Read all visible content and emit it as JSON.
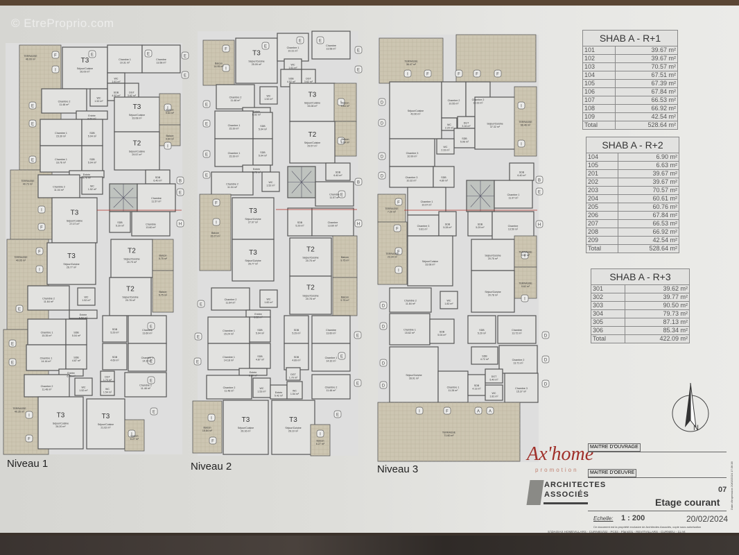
{
  "watermark": "© EtreProprio.com",
  "levels": [
    "Niveau 1",
    "Niveau 2",
    "Niveau 3"
  ],
  "plans": [
    {
      "rooms": [
        {
          "name": "TERRASSE",
          "area": "46.09 m²"
        },
        {
          "name": "TERRASSE",
          "area": "40.73 m²"
        },
        {
          "name": "TERRASSE",
          "area": "40.05 m²"
        },
        {
          "name": "TERRASSE",
          "area": "40.35 m²"
        },
        {
          "name": "Séjour/Cuisine",
          "area": "26.09 m²",
          "unit": "T3"
        },
        {
          "name": "Chambre 1",
          "area": "10.31 m²"
        },
        {
          "name": "Chambre",
          "area": "13.58 m²"
        },
        {
          "name": "WC",
          "area": "1.61 m²"
        },
        {
          "name": "SDB",
          "area": "4.52 m²"
        },
        {
          "name": "DGT",
          "area": "3.62 m²"
        },
        {
          "name": "Chambre 2",
          "area": "11.48 m²"
        },
        {
          "name": "WC",
          "area": "1.52 m²"
        },
        {
          "name": "Entrée",
          "area": "6.52 m²"
        },
        {
          "name": "Chambre 1",
          "area": "15.39 m²"
        },
        {
          "name": "SDB",
          "area": "5.04 m²"
        },
        {
          "name": "Chambre 1",
          "area": "16.76 m²"
        },
        {
          "name": "SDB",
          "area": "5.04 m²"
        },
        {
          "name": "Entrée",
          "area": "6.76 m²"
        },
        {
          "name": "Chambre 2",
          "area": "11.04 m²"
        },
        {
          "name": "WC",
          "area": "1.52 m²"
        },
        {
          "name": "Séjour/Cuisine",
          "area": "33.08 m²",
          "unit": "T3"
        },
        {
          "name": "Balcon",
          "area": "9.64 m²"
        },
        {
          "name": "Balcon",
          "area": "9.64 m²"
        },
        {
          "name": "Séjour/Cuisine",
          "area": "29.57 m²",
          "unit": "T2"
        },
        {
          "name": "SDB",
          "area": "6.40 m²"
        },
        {
          "name": "",
          "area": ""
        },
        {
          "name": "Chambre",
          "area": "11.57 m²"
        },
        {
          "name": "Séjour/Cuisine",
          "area": "27.07 m²",
          "unit": "T3"
        },
        {
          "name": "SDB",
          "area": "5.29 m²"
        },
        {
          "name": "Chambre",
          "area": "13.60 m²"
        },
        {
          "name": "Séjour/Cuisine",
          "area": "26.77 m²",
          "unit": "T3"
        },
        {
          "name": "Séjour/Cuisine",
          "area": "20.79 m²",
          "unit": "T2"
        },
        {
          "name": "Balcon",
          "area": "5.75 m²"
        },
        {
          "name": "Séjour/Cuisine",
          "area": "20.78 m²",
          "unit": "T2"
        },
        {
          "name": "Balcon",
          "area": "5.75 m²"
        },
        {
          "name": "Chambre 2",
          "area": "11.64 m²"
        },
        {
          "name": "WC",
          "area": "1.52 m²"
        },
        {
          "name": "Entrée",
          "area": "6.52 m²"
        },
        {
          "name": "Chambre 1",
          "area": "15.35 m²"
        },
        {
          "name": "SDB",
          "area": "5.04 m²"
        },
        {
          "name": "SDB",
          "area": "5.29 m²"
        },
        {
          "name": "Chambre",
          "area": "13.60 m²"
        },
        {
          "name": "Chambre 1",
          "area": "14.16 m²"
        },
        {
          "name": "SDB",
          "area": "4.87 m²"
        },
        {
          "name": "SDB",
          "area": "4.69 m²"
        },
        {
          "name": "Chambre 1",
          "area": "14.32 m²"
        },
        {
          "name": "Entrée",
          "area": "6.75 m²"
        },
        {
          "name": "Chambre 2",
          "area": "11.48 m²"
        },
        {
          "name": "WC",
          "area": "1.52 m²"
        },
        {
          "name": "DGT",
          "area": "1.70 m²"
        },
        {
          "name": "WC",
          "area": "1.54 m²"
        },
        {
          "name": "Chambre 2",
          "area": "11.48 m²"
        },
        {
          "name": "Séjour/Cuisine",
          "area": "26.20 m²",
          "unit": "T3"
        },
        {
          "name": "Séjour/Cuisine",
          "area": "21.62 m²",
          "unit": "T3"
        },
        {
          "name": "Balcon",
          "area": "6.27 m²"
        }
      ],
      "markers": [
        "F",
        "I",
        "E",
        "E",
        "E",
        "E",
        "E",
        "E",
        "E",
        "I",
        "I",
        "B",
        "E",
        "H",
        "I",
        "F",
        "F",
        "I",
        "E",
        "E",
        "E",
        "I",
        "F",
        "E",
        "E",
        "E",
        "E",
        "I"
      ]
    },
    {
      "rooms": [
        {
          "name": "Balcon",
          "area": "14.95 m²"
        },
        {
          "name": "Séjour/Cuisine",
          "area": "25.09 m²",
          "unit": "T3"
        },
        {
          "name": "Chambre 1",
          "area": "10.31 m²"
        },
        {
          "name": "Chambre",
          "area": "13.58 m²"
        },
        {
          "name": "WC",
          "area": "1.61 m²"
        },
        {
          "name": "SDB",
          "area": "4.52 m²"
        },
        {
          "name": "DGT",
          "area": "3.62 m²"
        },
        {
          "name": "Chambre 2",
          "area": "11.48 m²"
        },
        {
          "name": "WC",
          "area": "1.52 m²"
        },
        {
          "name": "Entrée",
          "area": "6.52 m²"
        },
        {
          "name": "Chambre 1",
          "area": "15.39 m²"
        },
        {
          "name": "SDB",
          "area": "5.04 m²"
        },
        {
          "name": "Chambre 1",
          "area": "15.39 m²"
        },
        {
          "name": "SDB",
          "area": "5.04 m²"
        },
        {
          "name": "Entrée",
          "area": "6.76 m²"
        },
        {
          "name": "Chambre 2",
          "area": "11.04 m²"
        },
        {
          "name": "WC",
          "area": "1.52 m²"
        },
        {
          "name": "Séjour/Cuisine",
          "area": "33.08 m²",
          "unit": "T3"
        },
        {
          "name": "Balcon",
          "area": "9.64 m²"
        },
        {
          "name": "Balcon",
          "area": "9.64 m²"
        },
        {
          "name": "Séjour/Cuisine",
          "area": "29.57 m²",
          "unit": "T2"
        },
        {
          "name": "SDB",
          "area": "6.40 m²"
        },
        {
          "name": "",
          "area": ""
        },
        {
          "name": "Chambre",
          "area": "11.57 m²"
        },
        {
          "name": "Balcon",
          "area": "15.27 m²"
        },
        {
          "name": "Séjour/Cuisine",
          "area": "27.07 m²",
          "unit": "T3"
        },
        {
          "name": "SDB",
          "area": "5.29 m²"
        },
        {
          "name": "Chambre",
          "area": "13.60 m²"
        },
        {
          "name": "Séjour/Cuisine",
          "area": "26.77 m²",
          "unit": "T3"
        },
        {
          "name": "Séjour/Cuisine",
          "area": "20.75 m²",
          "unit": "T2"
        },
        {
          "name": "Balcon",
          "area": "9.75 m²"
        },
        {
          "name": "Séjour/Cuisine",
          "area": "20.78 m²",
          "unit": "T2"
        },
        {
          "name": "Balcon",
          "area": "9.75 m²"
        },
        {
          "name": "Chambre 2",
          "area": "11.64 m²"
        },
        {
          "name": "WC",
          "area": "1.82 m²"
        },
        {
          "name": "Entrée",
          "area": "6.52 m²"
        },
        {
          "name": "Chambre 1",
          "area": "15.24 m²"
        },
        {
          "name": "SDB",
          "area": "5.04 m²"
        },
        {
          "name": "SDB",
          "area": "5.29 m²"
        },
        {
          "name": "Chambre",
          "area": "13.60 m²"
        },
        {
          "name": "Chambre 1",
          "area": "14.18 m²"
        },
        {
          "name": "SDB",
          "area": "4.87 m²"
        },
        {
          "name": "SDB",
          "area": "4.89 m²"
        },
        {
          "name": "Chambre 1",
          "area": "14.32 m²"
        },
        {
          "name": "Entrée",
          "area": "6.90 m²"
        },
        {
          "name": "Chambre 2",
          "area": "11.48 m²"
        },
        {
          "name": "WC",
          "area": "1.53 m²"
        },
        {
          "name": "DGT",
          "area": "1.70 m²"
        },
        {
          "name": "Entrée",
          "area": "5.42 m²"
        },
        {
          "name": "WC",
          "area": "1.54 m²"
        },
        {
          "name": "Chambre 2",
          "area": "11.48 m²"
        },
        {
          "name": "Balcon",
          "area": "15.84 m²"
        },
        {
          "name": "Séjour/Cuisine",
          "area": "26.16 m²",
          "unit": "T3"
        },
        {
          "name": "Séjour/Cuisine",
          "area": "26.19 m²",
          "unit": "T3"
        },
        {
          "name": "Balcon",
          "area": "6.27 m²"
        }
      ],
      "markers": [
        "F",
        "I",
        "E",
        "E",
        "E",
        "E",
        "E",
        "E",
        "E",
        "E",
        "E",
        "I",
        "I",
        "B",
        "E",
        "H",
        "F",
        "I",
        "E",
        "E",
        "E",
        "E",
        "E",
        "E",
        "I",
        "F",
        "E",
        "I"
      ]
    },
    {
      "rooms": [
        {
          "name": "TERRASSE",
          "area": "36.47 m²"
        },
        {
          "name": "",
          "area": ""
        },
        {
          "name": "Séjour/Cuisine",
          "area": "43.90 m²"
        },
        {
          "name": "Chambre 2",
          "area": "10.55 m²"
        },
        {
          "name": "Chambre 2",
          "area": "10.33 m²"
        },
        {
          "name": "WC",
          "area": "2.29 m²"
        },
        {
          "name": "DGT",
          "area": "3.16 m²"
        },
        {
          "name": "SDB",
          "area": "5.06 m²"
        },
        {
          "name": "WC",
          "area": "2.33 m²"
        },
        {
          "name": "Séjour/Cuisine",
          "area": "37.32 m²"
        },
        {
          "name": "TERRASSE",
          "area": "66.46 m²"
        },
        {
          "name": "Chambre 3",
          "area": "10.99 m²"
        },
        {
          "name": "Chambre 3",
          "area": "10.32 m²"
        },
        {
          "name": "SDB",
          "area": "4.89 m²"
        },
        {
          "name": "SDB",
          "area": "6.40 m²"
        },
        {
          "name": "",
          "area": ""
        },
        {
          "name": "Chambre 1",
          "area": "11.97 m²"
        },
        {
          "name": "TERRASSE",
          "area": "7.20 m²"
        },
        {
          "name": "Chambre 1",
          "area": "10.97 m²"
        },
        {
          "name": "Chambre 3",
          "area": "9.81 m²"
        },
        {
          "name": "SDB",
          "area": "5.28 m²"
        },
        {
          "name": "SDB",
          "area": "5.29 m²"
        },
        {
          "name": "Chambre",
          "area": "13.59 m²"
        },
        {
          "name": "TERRASSE",
          "area": "23.34 m²"
        },
        {
          "name": "Séjour/Cuisine",
          "area": "33.08 m²"
        },
        {
          "name": "Séjour/Cuisine",
          "area": "20.75 m²"
        },
        {
          "name": "TERRASSE",
          "area": "9.62 m²"
        },
        {
          "name": "TERRASSE",
          "area": "9.62 m²"
        },
        {
          "name": "Séjour/Cuisine",
          "area": "20.78 m²"
        },
        {
          "name": "Chambre 2",
          "area": "11.84 m²"
        },
        {
          "name": "WC",
          "area": "1.82 m²"
        },
        {
          "name": "Chambre 1",
          "area": "15.62 m²"
        },
        {
          "name": "SDB",
          "area": "5.04 m²"
        },
        {
          "name": "SDB",
          "area": "5.29 m²"
        },
        {
          "name": "Chambre",
          "area": "13.72 m²"
        },
        {
          "name": "SDB",
          "area": "4.72 m²"
        },
        {
          "name": "Chambre 2",
          "area": "13.71 m²"
        },
        {
          "name": "Séjour/Cuisine",
          "area": "28.91 m²"
        },
        {
          "name": "Chambre 1",
          "area": "11.28 m²"
        },
        {
          "name": "SDB",
          "area": "4.13 m²"
        },
        {
          "name": "DGT",
          "area": "5.40 m²"
        },
        {
          "name": "WC",
          "area": "1.81 m²"
        },
        {
          "name": "Chambre 3",
          "area": "15.37 m²"
        },
        {
          "name": "TERRASSE",
          "area": "71.60 m²"
        }
      ],
      "markers": [
        "I",
        "F",
        "F",
        "F",
        "F",
        "D",
        "D",
        "D",
        "D",
        "I",
        "I",
        "B",
        "E",
        "H",
        "F",
        "F",
        "F",
        "I",
        "I",
        "I",
        "D",
        "D",
        "D",
        "D",
        "D",
        "D",
        "D",
        "I",
        "F",
        "A",
        "A"
      ]
    }
  ],
  "tables": [
    {
      "title": "SHAB A - R+1",
      "rows": [
        [
          "101",
          "39.67 m²"
        ],
        [
          "102",
          "39.67 m²"
        ],
        [
          "103",
          "70.57 m²"
        ],
        [
          "104",
          "67.51 m²"
        ],
        [
          "105",
          "67.39 m²"
        ],
        [
          "106",
          "67.84 m²"
        ],
        [
          "107",
          "66.53 m²"
        ],
        [
          "108",
          "66.92 m²"
        ],
        [
          "109",
          "42.54 m²"
        ]
      ],
      "total": [
        "Total",
        "528.64 m²"
      ]
    },
    {
      "title": "SHAB A - R+2",
      "rows": [
        [
          "104",
          "6.90 m²"
        ],
        [
          "105",
          "6.63 m²"
        ],
        [
          "201",
          "39.67 m²"
        ],
        [
          "202",
          "39.67 m²"
        ],
        [
          "203",
          "70.57 m²"
        ],
        [
          "204",
          "60.61 m²"
        ],
        [
          "205",
          "60.76 m²"
        ],
        [
          "206",
          "67.84 m²"
        ],
        [
          "207",
          "66.53 m²"
        ],
        [
          "208",
          "66.92 m²"
        ],
        [
          "209",
          "42.54 m²"
        ]
      ],
      "total": [
        "Total",
        "528.64 m²"
      ]
    },
    {
      "title": "SHAB A - R+3",
      "rows": [
        [
          "301",
          "39.62 m²"
        ],
        [
          "302",
          "39.77 m²"
        ],
        [
          "303",
          "90.50 m²"
        ],
        [
          "304",
          "79.73 m²"
        ],
        [
          "305",
          "87.13 m²"
        ],
        [
          "306",
          "85.34 m²"
        ]
      ],
      "total": [
        "Total",
        "422.09 m²"
      ]
    }
  ],
  "north_label": "N",
  "title_block": {
    "promoter_logo": "Ax'home",
    "promoter_sub": "promotion",
    "architect_logo_1": "ARCHITECTES",
    "architect_logo_2": "ASSOCIÉS",
    "maitre_ouvrage": "MAITRE D'OUVRAGE",
    "maitre_oeuvre": "MAITRE D'OEUVRE",
    "sheet_number": "07",
    "sheet_title": "Etage courant",
    "scale_label": "Echelle:",
    "scale_value": "1 : 200",
    "date": "20/02/2024",
    "disclaimer": "Ce document est la propriété exclusive de Architectes Associés, copie sous autorisation",
    "footer": "S:\\DAOIAX HOMEVILLARS - CURNIEU\\02 - PC03 - Plans\\01 - REVITVILLARS - CURNIEU - 11.rvt",
    "print_date": "Date d'impression 20/02/2024 17:36:38"
  },
  "colors": {
    "terrace": "#cdc6b2",
    "wall": "#555555",
    "accent_red": "#b0302a",
    "window_blue": "#2a3a8a"
  }
}
